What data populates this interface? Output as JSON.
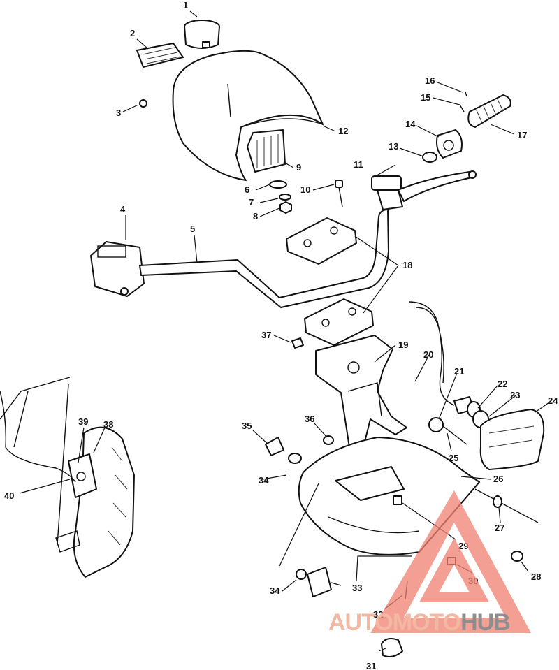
{
  "diagram": {
    "part_numbers": [
      "1",
      "2",
      "3",
      "4",
      "5",
      "6",
      "7",
      "8",
      "9",
      "10",
      "11",
      "12",
      "13",
      "14",
      "15",
      "16",
      "17",
      "18",
      "19",
      "20",
      "21",
      "22",
      "23",
      "24",
      "25",
      "26",
      "27",
      "28",
      "29",
      "30",
      "31",
      "32",
      "33",
      "34",
      "34",
      "35",
      "36",
      "37",
      "38",
      "39",
      "40"
    ]
  },
  "watermark": {
    "word_part_1": "AUTOMOTO",
    "word_part_2": "HUB",
    "color_primary": "#f08070",
    "color_secondary": "#8e8e8e"
  }
}
